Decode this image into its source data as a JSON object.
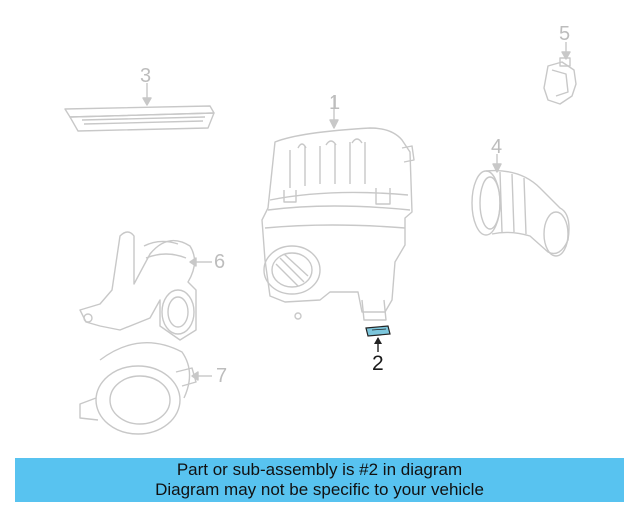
{
  "diagram": {
    "callouts": [
      {
        "id": "1",
        "label": "1",
        "highlighted": false
      },
      {
        "id": "2",
        "label": "2",
        "highlighted": true
      },
      {
        "id": "3",
        "label": "3",
        "highlighted": false
      },
      {
        "id": "4",
        "label": "4",
        "highlighted": false
      },
      {
        "id": "5",
        "label": "5",
        "highlighted": false
      },
      {
        "id": "6",
        "label": "6",
        "highlighted": false
      },
      {
        "id": "7",
        "label": "7",
        "highlighted": false
      }
    ],
    "colors": {
      "part_outline": "#c8c8c8",
      "highlight_fill": "#7cc6dc",
      "highlight_outline": "#222222",
      "callout_text": "#bdbdbd",
      "active_callout_text": "#1a1a1a"
    }
  },
  "banner": {
    "line1": "Part or sub-assembly is #2 in diagram",
    "line2": "Diagram may not be specific to your vehicle",
    "background": "#58c3f0"
  }
}
